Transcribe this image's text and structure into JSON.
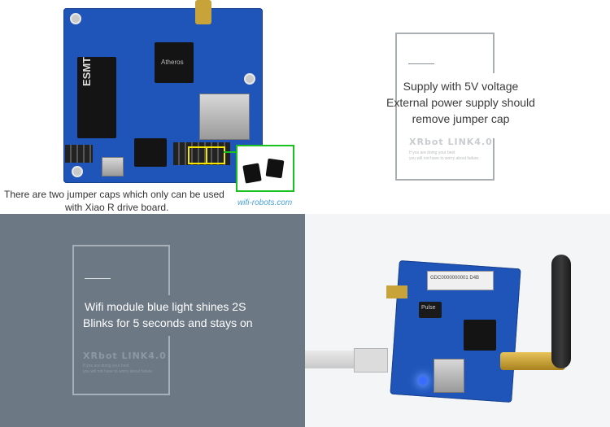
{
  "panel1": {
    "caption_line1": "There are two jumper caps which only can be used",
    "caption_line2": "with Xiao R drive board.",
    "watermark": "wifi-robots.com",
    "chip_label_left": "ESMT",
    "chip_label_main": "Atheros"
  },
  "panel2": {
    "line1": "Supply with 5V voltage",
    "line2": "External power supply should",
    "line3": "remove jumper cap",
    "brand": "XRbot LINK4.0",
    "tag1": "If you are doing your best",
    "tag2": "you will not have to worry about failure."
  },
  "panel3": {
    "line1": "Wifi module blue light shines 2S",
    "line2": "Blinks for 5 seconds and stays on",
    "brand": "XRbot LINK4.0",
    "tag1": "If you are doing your best",
    "tag2": "you will not have to worry about failure."
  },
  "panel4": {
    "chip_label": "Pulse",
    "sticker": "GDC0000000001 D4B"
  },
  "colors": {
    "pcb_blue": "#1f55b8",
    "dark_panel": "#6c7884",
    "highlight_yellow": "#f5e600",
    "highlight_green": "#19c21f"
  }
}
